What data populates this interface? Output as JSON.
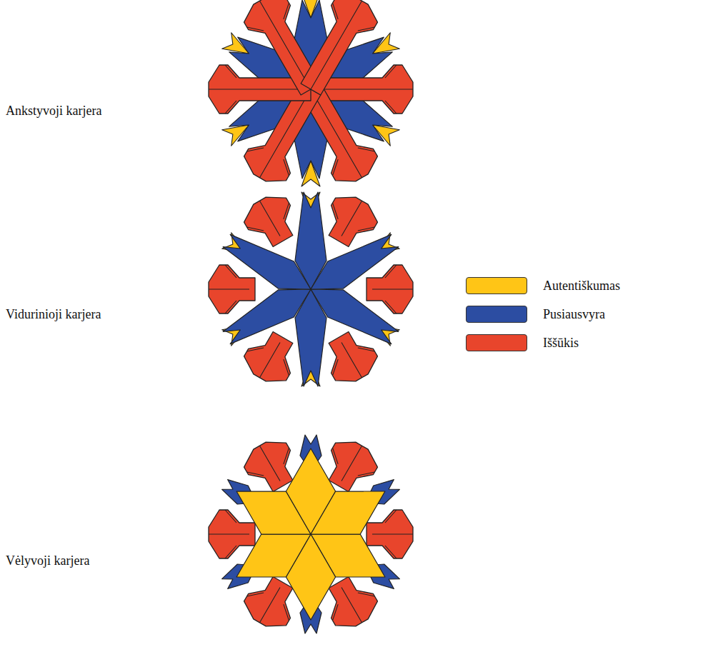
{
  "diagram": {
    "labels": [
      "Ankstyvoji karjera",
      "Vidurinioji karjera",
      "Vėlyvoji karjera"
    ],
    "legend": [
      {
        "text": "Autentiškumas",
        "color": "#FFC516"
      },
      {
        "text": "Pusiausvyra",
        "color": "#2C4DA2"
      },
      {
        "text": "Iššūkis",
        "color": "#E8452C"
      }
    ]
  }
}
